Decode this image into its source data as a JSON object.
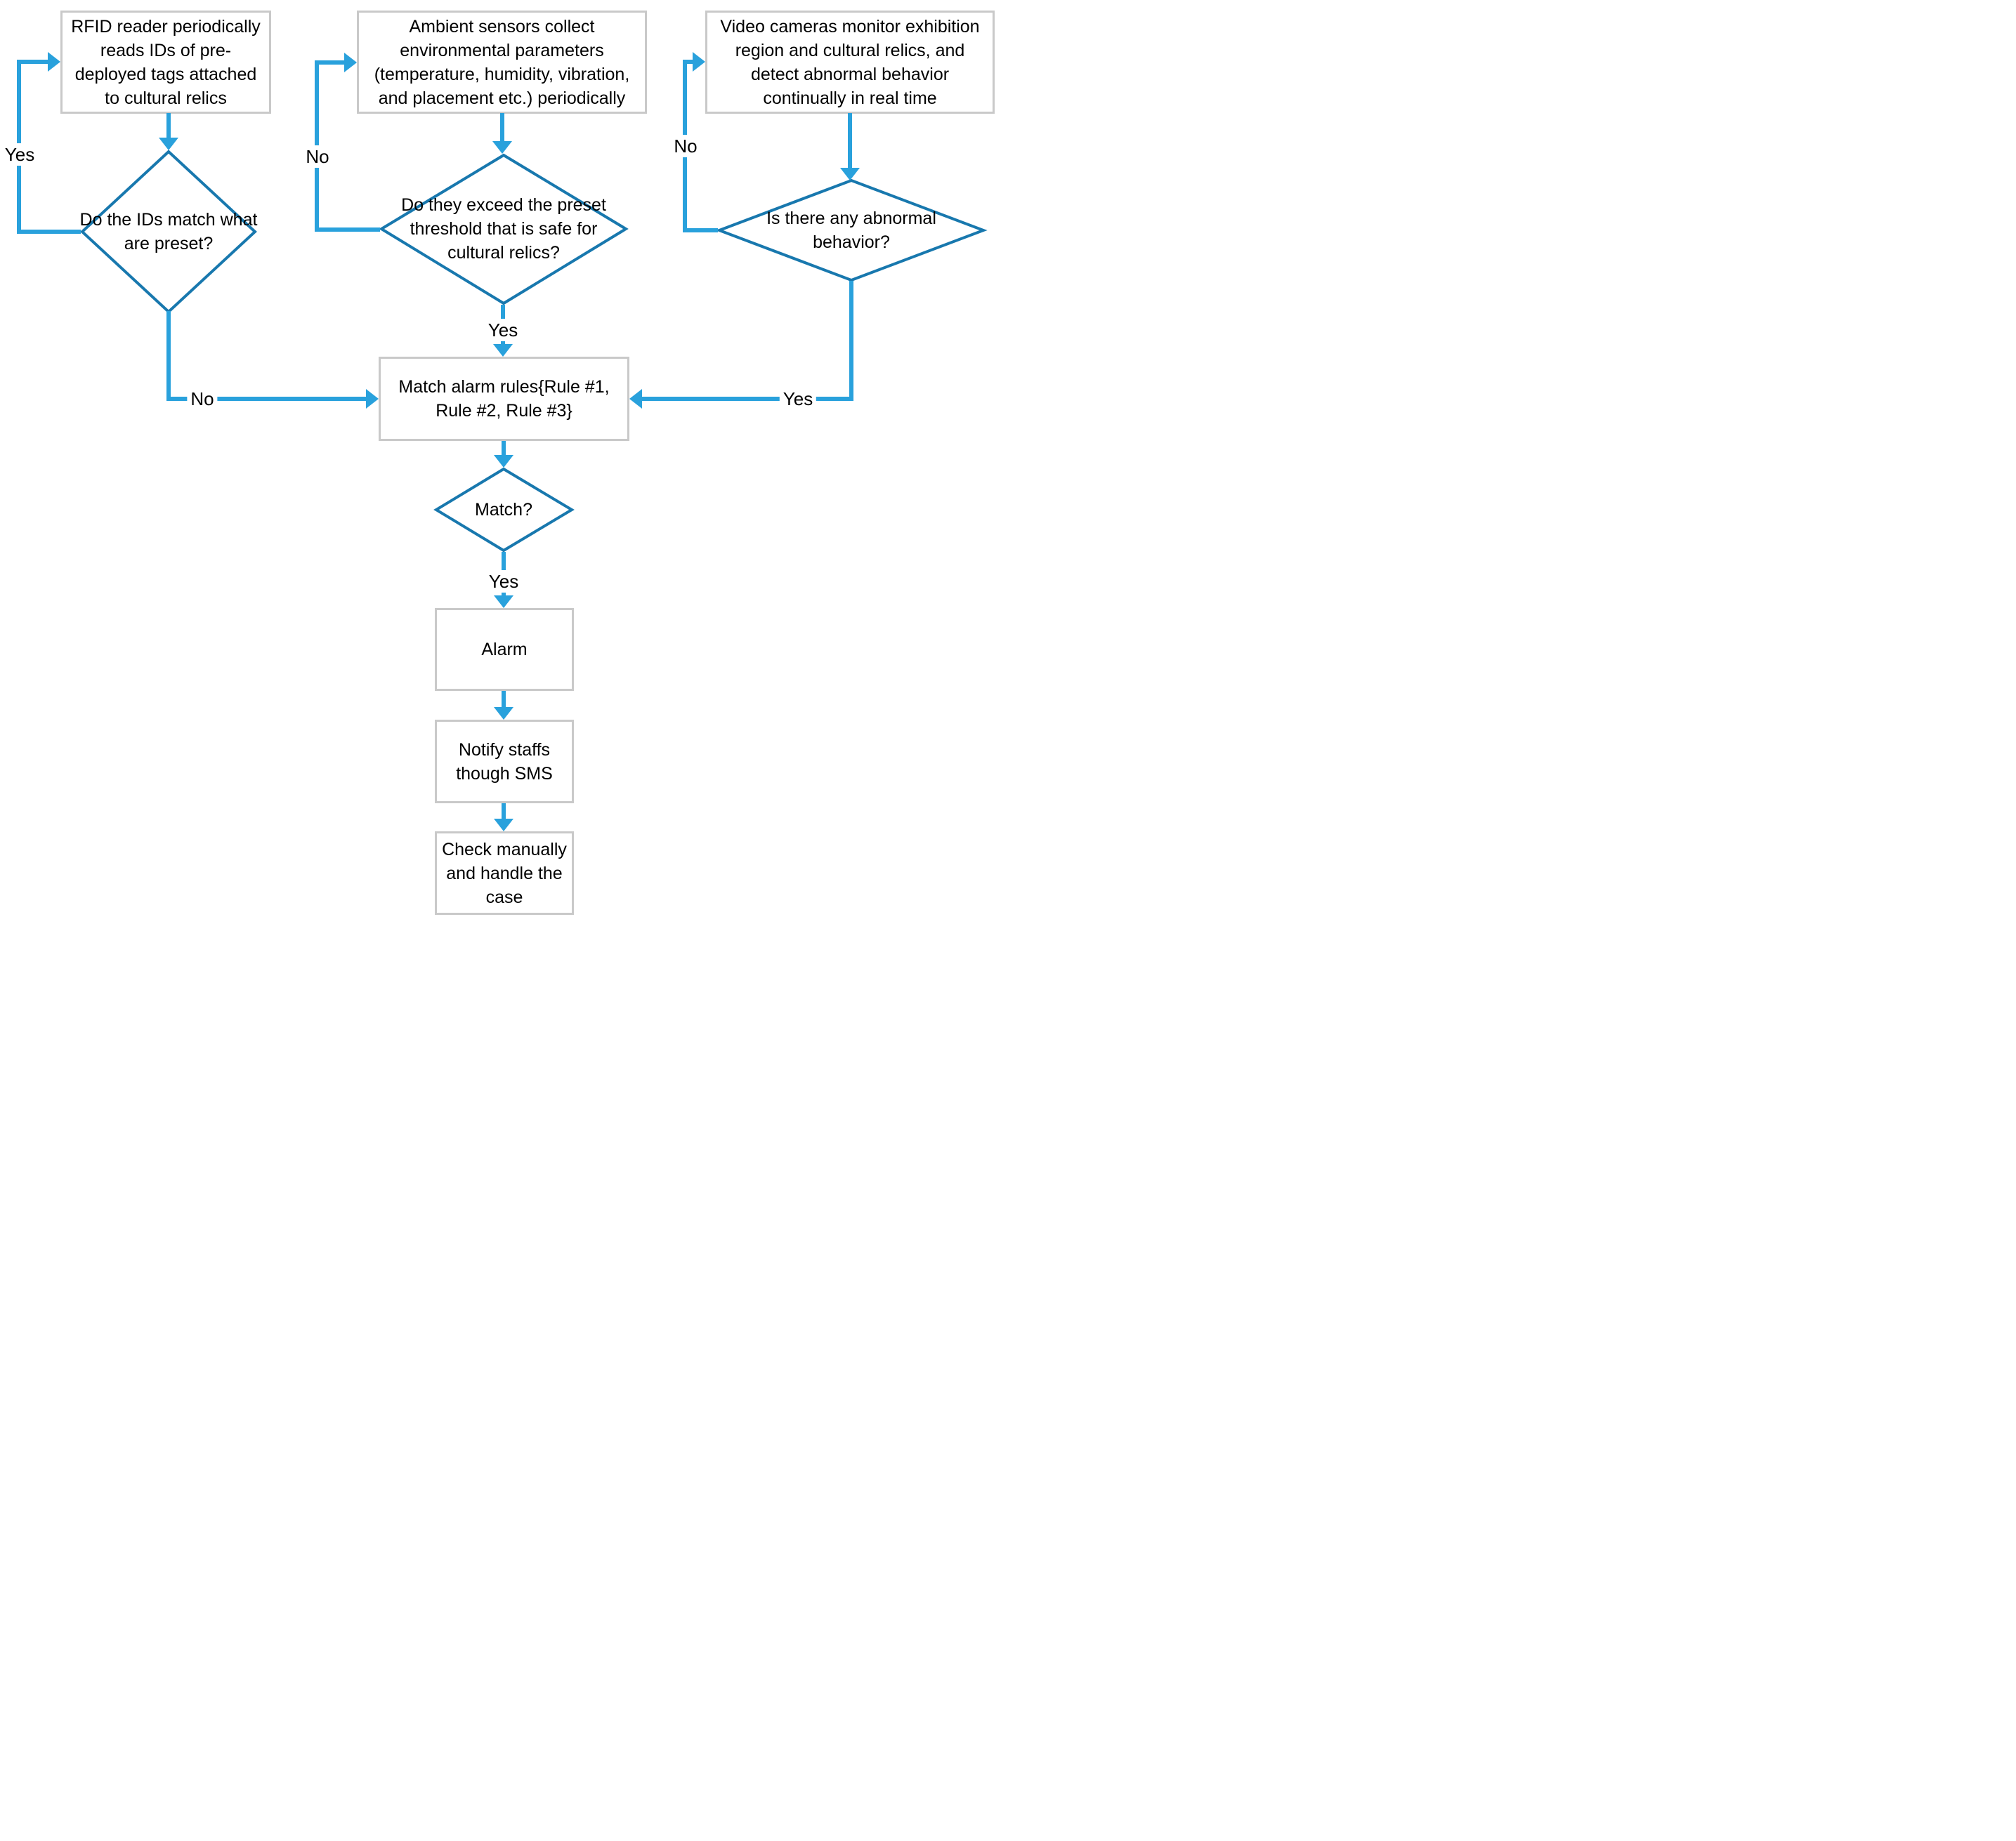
{
  "diagram_type": "flowchart",
  "colors": {
    "connector": "#29A1DC",
    "decision_stroke": "#1878AE",
    "process_border": "#C9C9C9",
    "text": "#000000",
    "background": "#FFFFFF"
  },
  "nodes": {
    "rfid_read": {
      "type": "process",
      "label": "RFID reader periodically reads IDs of pre-deployed tags attached to cultural relics"
    },
    "ambient_sensors": {
      "type": "process",
      "label": "Ambient sensors collect environmental parameters (temperature, humidity, vibration, and placement etc.) periodically"
    },
    "video_cameras": {
      "type": "process",
      "label": "Video cameras monitor exhibition region and cultural relics, and detect abnormal behavior continually in real time"
    },
    "ids_match": {
      "type": "decision",
      "label": "Do the IDs match what are preset?"
    },
    "exceed_threshold": {
      "type": "decision",
      "label": "Do they exceed the preset threshold that is safe for cultural relics?"
    },
    "abnormal_behavior": {
      "type": "decision",
      "label": "Is there any abnormal behavior?"
    },
    "match_rules": {
      "type": "process",
      "label": "Match alarm rules{Rule #1, Rule #2, Rule #3}"
    },
    "match": {
      "type": "decision",
      "label": "Match?"
    },
    "alarm": {
      "type": "process",
      "label": "Alarm"
    },
    "notify_staffs": {
      "type": "process",
      "label": "Notify staffs though SMS"
    },
    "check_manually": {
      "type": "process",
      "label": "Check manually and handle the case"
    }
  },
  "edge_labels": {
    "ids_match_yes": "Yes",
    "ids_match_no": "No",
    "exceed_no": "No",
    "exceed_yes": "Yes",
    "abnormal_no": "No",
    "abnormal_yes": "Yes",
    "match_yes": "Yes"
  }
}
